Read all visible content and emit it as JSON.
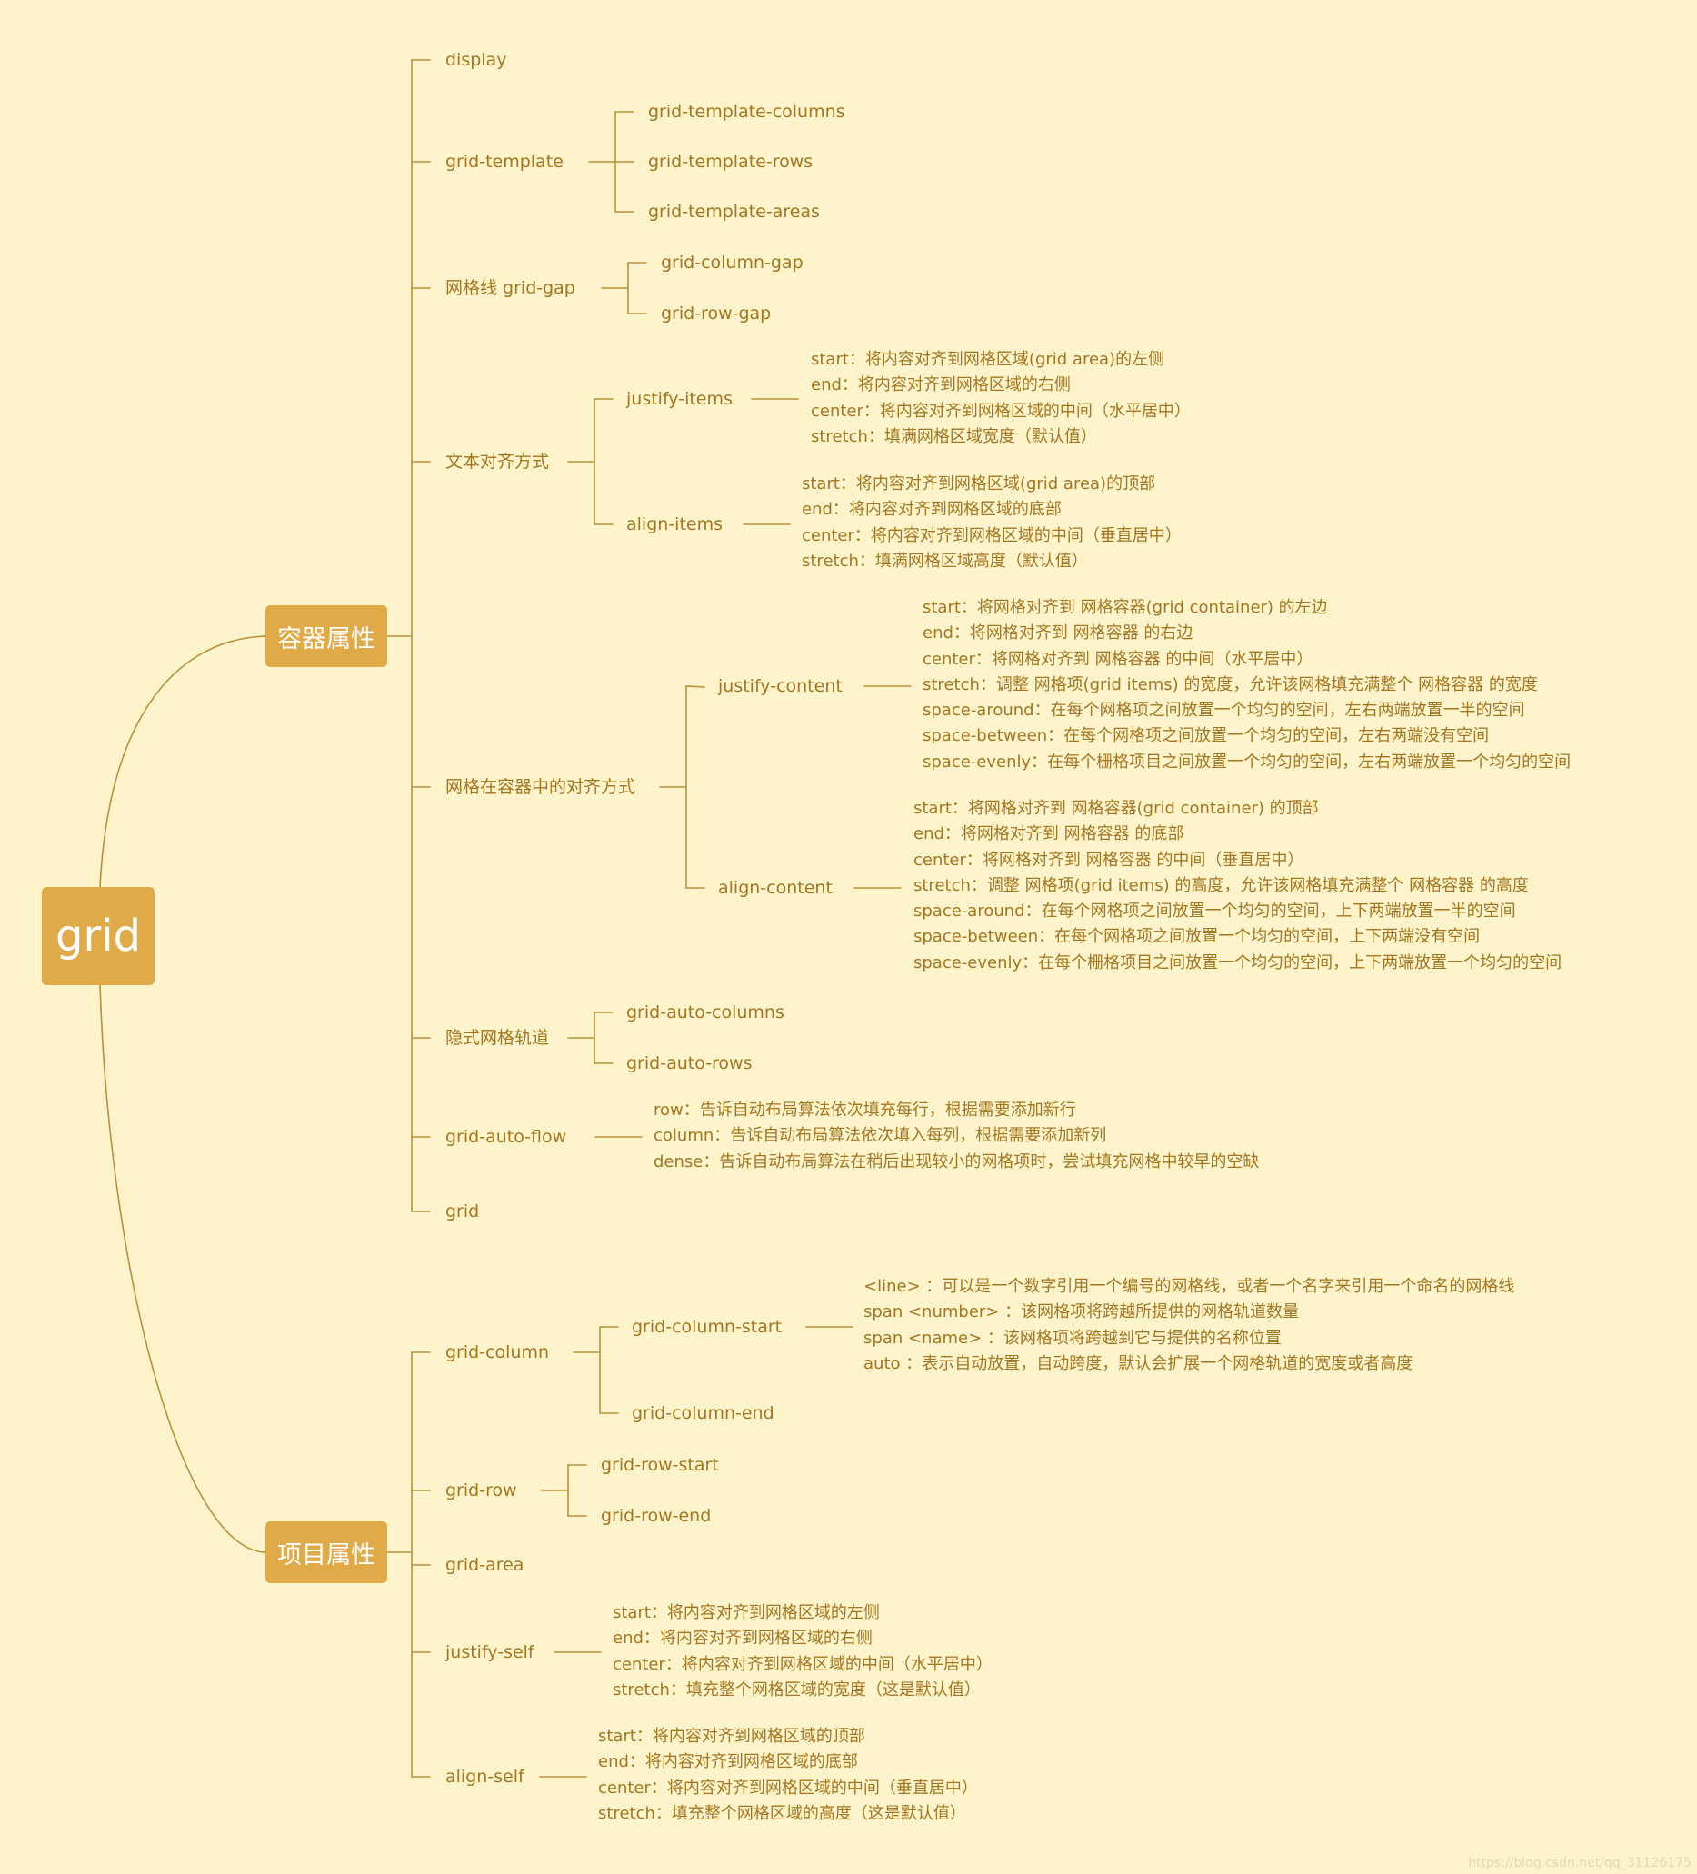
{
  "root": {
    "label": "grid"
  },
  "container": {
    "label": "容器属性",
    "display": "display",
    "grid_template": {
      "label": "grid-template",
      "children": [
        "grid-template-columns",
        "grid-template-rows",
        "grid-template-areas"
      ]
    },
    "grid_gap": {
      "label": "网格线 grid-gap",
      "children": [
        "grid-column-gap",
        "grid-row-gap"
      ]
    },
    "text_align": {
      "label": "文本对齐方式",
      "justify_items": {
        "label": "justify-items",
        "values": [
          "start：将内容对齐到网格区域(grid area)的左侧",
          "end：将内容对齐到网格区域的右侧",
          "center：将内容对齐到网格区域的中间（水平居中）",
          "stretch：填满网格区域宽度（默认值）"
        ]
      },
      "align_items": {
        "label": "align-items",
        "values": [
          "start：将内容对齐到网格区域(grid area)的顶部",
          "end：将内容对齐到网格区域的底部",
          "center：将内容对齐到网格区域的中间（垂直居中）",
          "stretch：填满网格区域高度（默认值）"
        ]
      }
    },
    "grid_align": {
      "label": "网格在容器中的对齐方式",
      "justify_content": {
        "label": "justify-content",
        "values": [
          "start：将网格对齐到 网格容器(grid container) 的左边",
          "end：将网格对齐到 网格容器 的右边",
          "center：将网格对齐到 网格容器 的中间（水平居中）",
          "stretch：调整 网格项(grid items) 的宽度，允许该网格填充满整个 网格容器 的宽度",
          "space-around：在每个网格项之间放置一个均匀的空间，左右两端放置一半的空间",
          "space-between：在每个网格项之间放置一个均匀的空间，左右两端没有空间",
          "space-evenly：在每个栅格项目之间放置一个均匀的空间，左右两端放置一个均匀的空间"
        ]
      },
      "align_content": {
        "label": "align-content",
        "values": [
          "start：将网格对齐到 网格容器(grid container) 的顶部",
          "end：将网格对齐到 网格容器 的底部",
          "center：将网格对齐到 网格容器 的中间（垂直居中）",
          "stretch：调整 网格项(grid items) 的高度，允许该网格填充满整个 网格容器 的高度",
          "space-around：在每个网格项之间放置一个均匀的空间，上下两端放置一半的空间",
          "space-between：在每个网格项之间放置一个均匀的空间，上下两端没有空间",
          "space-evenly：在每个栅格项目之间放置一个均匀的空间，上下两端放置一个均匀的空间"
        ]
      }
    },
    "implicit_tracks": {
      "label": "隐式网格轨道",
      "children": [
        "grid-auto-columns",
        "grid-auto-rows"
      ]
    },
    "grid_auto_flow": {
      "label": "grid-auto-flow",
      "values": [
        "row：告诉自动布局算法依次填充每行，根据需要添加新行",
        "column：告诉自动布局算法依次填入每列，根据需要添加新列",
        "dense：告诉自动布局算法在稍后出现较小的网格项时，尝试填充网格中较早的空缺"
      ]
    },
    "grid": "grid"
  },
  "item": {
    "label": "项目属性",
    "grid_column": {
      "label": "grid-column",
      "start": {
        "label": "grid-column-start",
        "values": [
          "<line> ：可以是一个数字引用一个编号的网格线，或者一个名字来引用一个命名的网格线",
          "span <number> ：该网格项将跨越所提供的网格轨道数量",
          "span <name> ：该网格项将跨越到它与提供的名称位置",
          "auto ：表示自动放置，自动跨度，默认会扩展一个网格轨道的宽度或者高度"
        ]
      },
      "end": "grid-column-end"
    },
    "grid_row": {
      "label": "grid-row",
      "children": [
        "grid-row-start",
        "grid-row-end"
      ]
    },
    "grid_area": "grid-area",
    "justify_self": {
      "label": "justify-self",
      "values": [
        "start：将内容对齐到网格区域的左侧",
        "end：将内容对齐到网格区域的右侧",
        "center：将内容对齐到网格区域的中间（水平居中）",
        "stretch：填充整个网格区域的宽度（这是默认值）"
      ]
    },
    "align_self": {
      "label": "align-self",
      "values": [
        "start：将内容对齐到网格区域的顶部",
        "end：将内容对齐到网格区域的底部",
        "center：将内容对齐到网格区域的中间（垂直居中）",
        "stretch：填充整个网格区域的高度（这是默认值）"
      ]
    }
  },
  "watermark": "https://blog.csdn.net/qq_31126175"
}
